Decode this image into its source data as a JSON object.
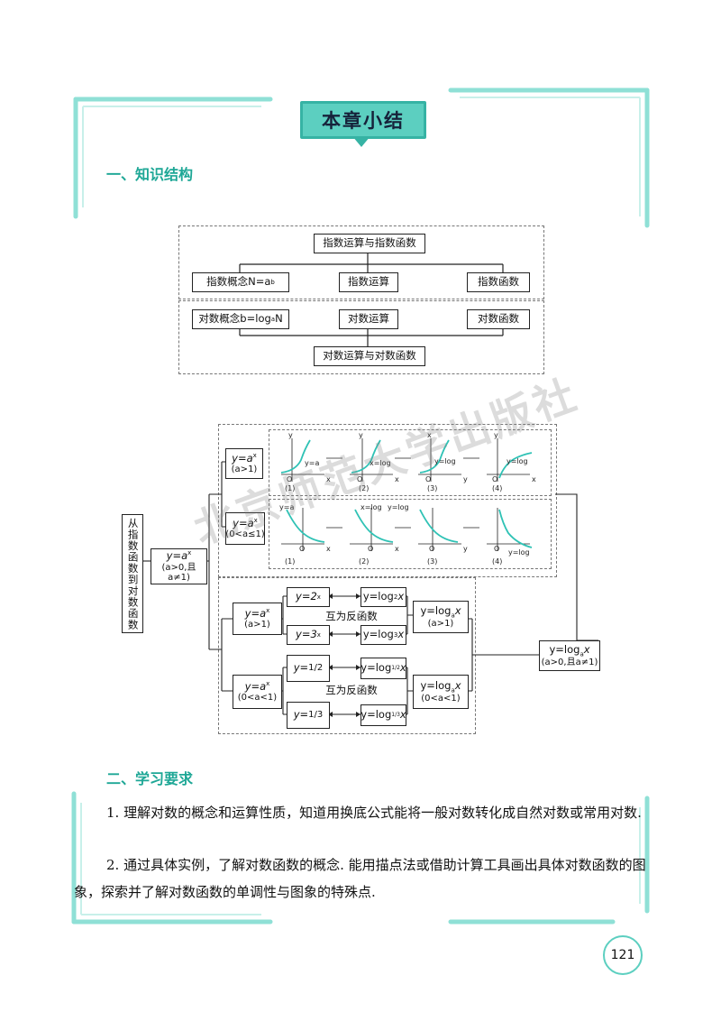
{
  "title": "本章小结",
  "section1": {
    "heading": "一、知识结构"
  },
  "structure": {
    "top": "指数运算与指数函数",
    "exp_concept": "指数概念N=a",
    "exp_concept_sup": "b",
    "exp_operation": "指数运算",
    "exp_function": "指数函数",
    "log_concept": "对数概念b=log",
    "log_concept_sub": "a",
    "log_concept_tail": "N",
    "log_operation": "对数运算",
    "log_function": "对数函数",
    "bottom": "对数运算与对数函数"
  },
  "flow": {
    "left_label": "从指数函数到对数函数",
    "main_fn": "y=a",
    "main_fn_sup": "x",
    "main_cond": "(a>0,且a≠1)",
    "case1_fn": "y=a",
    "case1_sup": "x",
    "case1_cond": "(a>1)",
    "case2_fn": "y=a",
    "case2_sup": "x",
    "case2_cond": "(0<a≤1)",
    "case3_fn": "y=a",
    "case3_sup": "x",
    "case3_cond": "(a>1)",
    "case4_fn": "y=a",
    "case4_sup": "x",
    "case4_cond": "(0<a<1)",
    "y2x": "y=2",
    "y2x_sup": "x",
    "y3x": "y=3",
    "y3x_sup": "x",
    "ylog2": "y=log",
    "ylog2_sub": "2",
    "ylog2_tail": "x",
    "ylog3": "y=log",
    "ylog3_sub": "3",
    "ylog3_tail": "x",
    "inverse1": "互为反函数",
    "inverse2": "互为反函数",
    "yhalf": "y=",
    "yhalf_frac": "1/2",
    "ythird": "y=",
    "ythird_frac": "1/3",
    "ylog_half": "y=log",
    "ylog_half_sub": "1/2",
    "ylog_half_tail": "x",
    "ylog_third": "y=log",
    "ylog_third_sub": "1/3",
    "ylog_third_tail": "x",
    "loga1": "y=log",
    "loga1_sub": "a",
    "loga1_tail": "x",
    "loga1_cond": "(a>1)",
    "loga2": "y=log",
    "loga2_sub": "a",
    "loga2_tail": "x",
    "loga2_cond": "(0<a<1)",
    "final_fn": "y=log",
    "final_sub": "a",
    "final_tail": "x",
    "final_cond": "(a>0,且a≠1)",
    "graph_labels": [
      "(1)",
      "(2)",
      "(3)",
      "(4)"
    ],
    "graph_top_texts": [
      "y=a",
      "x=log",
      "y=log",
      "y=log"
    ],
    "graph_bottom_texts": [
      "y=a",
      "x=log",
      "y=log",
      "y=log"
    ]
  },
  "section2": {
    "heading": "二、学习要求",
    "p1": "1. 理解对数的概念和运算性质，知道用换底公式能将一般对数转化成自然对数或常用对数.",
    "p2": "2. 通过具体实例，了解对数函数的概念. 能用描点法或借助计算工具画出具体对数函数的图象，探索并了解对数函数的单调性与图象的特殊点."
  },
  "watermark": "北京师范大学出版社",
  "page_number": "121",
  "colors": {
    "accent": "#5ccfc0",
    "heading": "#1ea796"
  }
}
